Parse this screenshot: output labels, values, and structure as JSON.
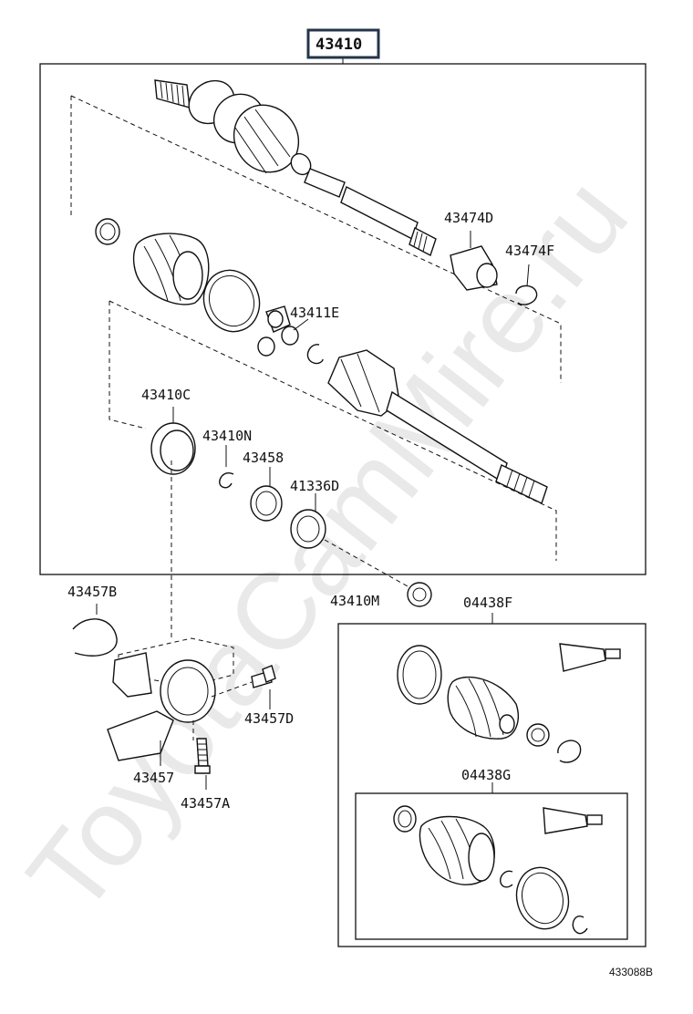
{
  "watermark": "ToyotaCamMire.ru",
  "reference_code": "433088B",
  "assembly": {
    "main_label": "43410",
    "kit_f_label": "04438F",
    "kit_g_label": "04438G"
  },
  "parts": {
    "p43474D": "43474D",
    "p43474F": "43474F",
    "p43411E": "43411E",
    "p43410C": "43410C",
    "p43410N": "43410N",
    "p43458": "43458",
    "p41336D": "41336D",
    "p43410M": "43410M",
    "p43457B": "43457B",
    "p43457D": "43457D",
    "p43457": "43457",
    "p43457A": "43457A"
  }
}
